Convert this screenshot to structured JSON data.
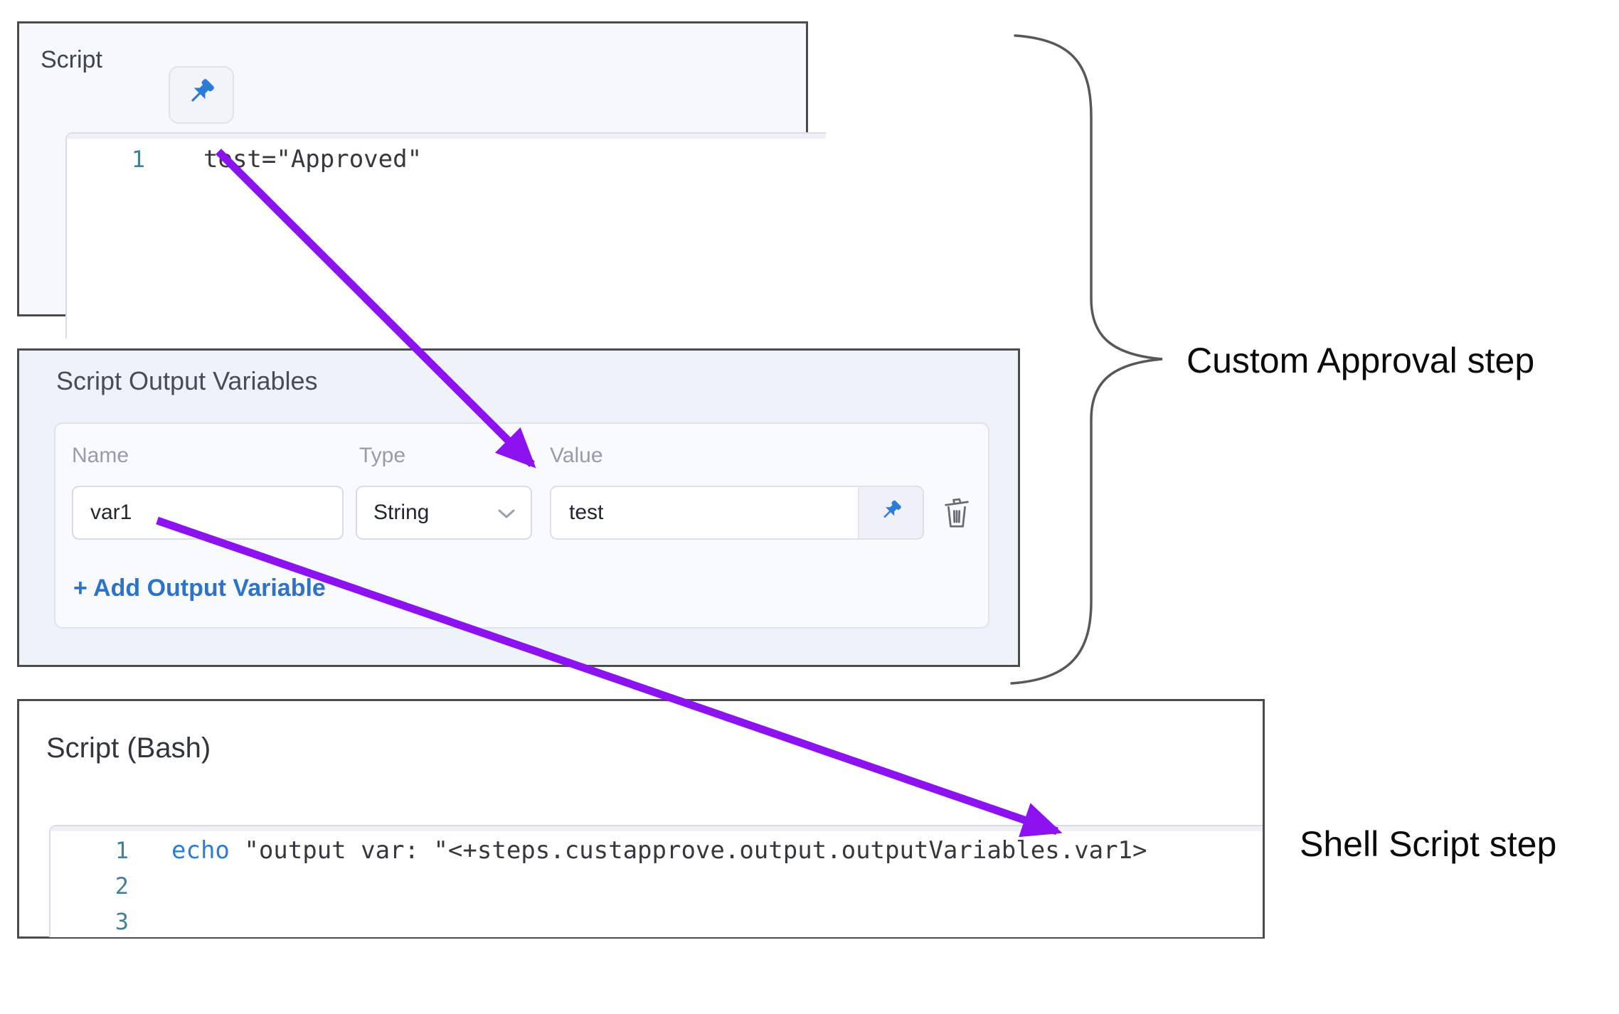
{
  "panels": {
    "script": {
      "title": "Script",
      "code_line": {
        "number": "1",
        "code": "test=\"Approved\""
      }
    },
    "output_variables": {
      "title": "Script Output Variables",
      "labels": {
        "name": "Name",
        "type": "Type",
        "value": "Value"
      },
      "row": {
        "name": "var1",
        "type": "String",
        "value": "test"
      },
      "add_button": "+ Add Output Variable"
    },
    "bash": {
      "title": "Script (Bash)",
      "line1": {
        "number": "1",
        "keyword": "echo",
        "code": " \"output var: \"<+steps.custapprove.output.outputVariables.var1>"
      },
      "line2": {
        "number": "2"
      },
      "line3": {
        "number": "3"
      }
    }
  },
  "annotations": {
    "custom_approval_label": "Custom Approval step",
    "shell_script_label": "Shell Script step"
  },
  "icons": {
    "pin": "pushpin",
    "trash": "trash-can",
    "chevron": "chevron-down"
  },
  "colors": {
    "arrow_purple": "#8d12f0",
    "link_blue": "#2d74c9",
    "pin_blue": "#2e7bd6",
    "keyword_blue": "#2f7cd6",
    "line_number_teal": "#44809a",
    "brace_gray": "#57585b",
    "panel_border": "#4b4b4d"
  }
}
